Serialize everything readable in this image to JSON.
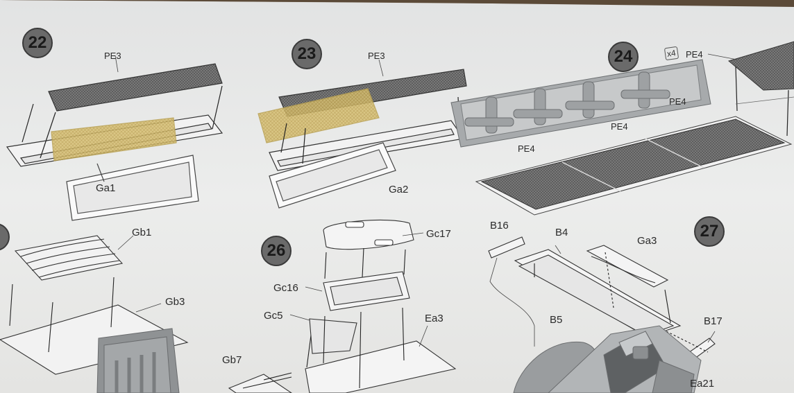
{
  "steps": {
    "s22": "22",
    "s23": "23",
    "s24": "24",
    "s26": "26",
    "s27": "27"
  },
  "labels": {
    "pe3_a": "PE3",
    "pe3_b": "PE3",
    "ga1": "Ga1",
    "ga2": "Ga2",
    "pe4_top": "PE4",
    "pe4_mid": "PE4",
    "pe4_center": "PE4",
    "pe4_left": "PE4",
    "qty_x4": "x4",
    "gb1": "Gb1",
    "gb3": "Gb3",
    "gb7": "Gb7",
    "gc17": "Gc17",
    "gc16": "Gc16",
    "gc5": "Gc5",
    "ea3": "Ea3",
    "b16": "B16",
    "b4": "B4",
    "b5": "B5",
    "ga3": "Ga3",
    "b17": "B17",
    "ea21": "Ea21"
  },
  "colors": {
    "paper": "#e9eaea",
    "mesh_dark": "#4a4a4a",
    "brass_etch": "#d9c27a",
    "plastic_grey": "#9a9d9f"
  }
}
